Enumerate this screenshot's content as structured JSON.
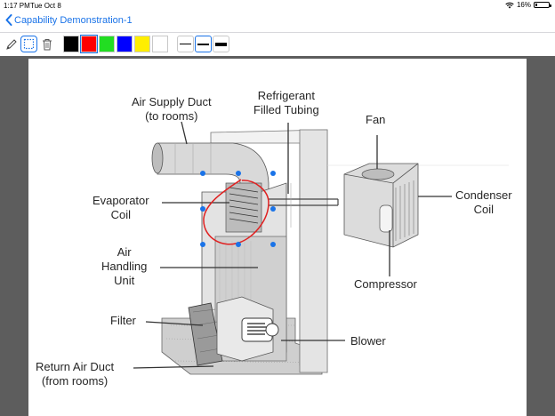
{
  "status_bar": {
    "time": "1:17 PM",
    "date": "Tue Oct 8",
    "battery": "16%",
    "battery_level": 0.16
  },
  "nav": {
    "back_label": "Capability Demonstration-1"
  },
  "toolbar": {
    "colors": [
      "#000000",
      "#ff0000",
      "#22dd22",
      "#0000ff",
      "#ffee00",
      "#ffffff"
    ],
    "selected_color": "#ff0000",
    "line_widths": [
      "thin",
      "medium",
      "thick"
    ],
    "selected_line_width": "medium"
  },
  "diagram": {
    "labels": {
      "air_supply_1": "Air Supply Duct",
      "air_supply_2": "(to rooms)",
      "refrigerant_1": "Refrigerant",
      "refrigerant_2": "Filled Tubing",
      "fan": "Fan",
      "condenser_1": "Condenser",
      "condenser_2": "Coil",
      "evaporator_1": "Evaporator",
      "evaporator_2": "Coil",
      "air_handling_1": "Air",
      "air_handling_2": "Handling",
      "air_handling_3": "Unit",
      "compressor": "Compressor",
      "filter": "Filter",
      "blower": "Blower",
      "return_1": "Return Air Duct",
      "return_2": "(from rooms)"
    },
    "annotation_color": "#e02020",
    "handle_color": "#1a73e8"
  }
}
